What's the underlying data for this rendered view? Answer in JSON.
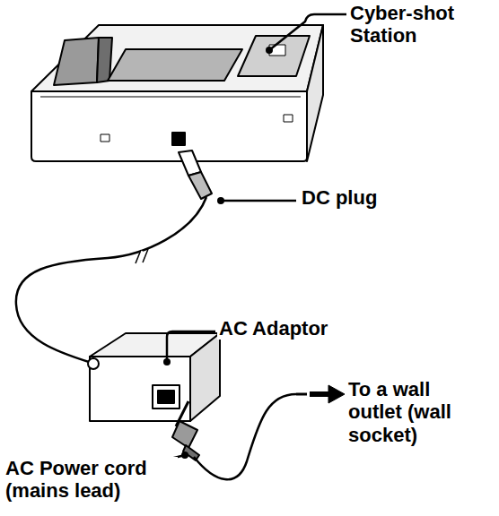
{
  "diagram": {
    "labels": [
      "Cyber-shot Station",
      "DC plug",
      "AC Adaptor",
      "To a wall outlet (wall socket)",
      "AC Power cord (mains lead)"
    ]
  }
}
